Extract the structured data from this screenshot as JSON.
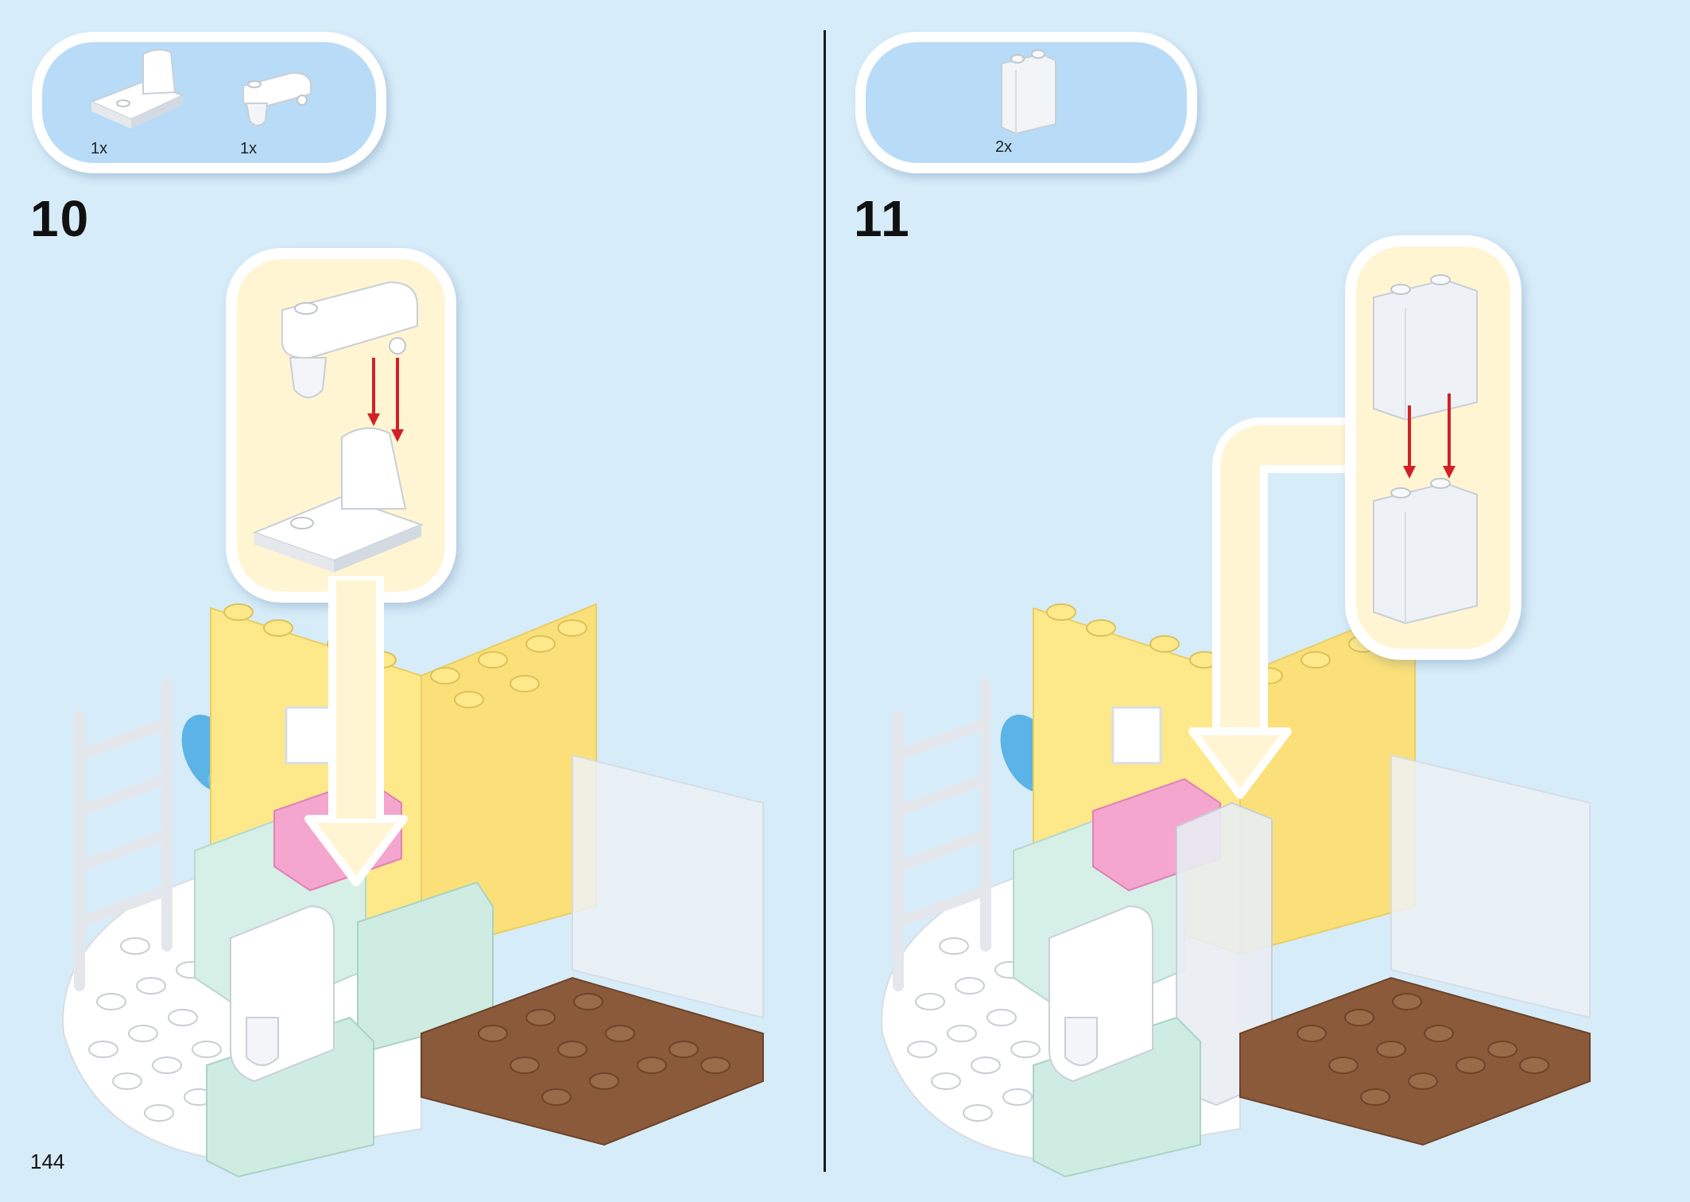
{
  "page": {
    "page_number": "144"
  },
  "step_10": {
    "number": "10",
    "parts": [
      {
        "name": "mixer-base-part",
        "qty": "1x"
      },
      {
        "name": "mixer-head-part",
        "qty": "1x"
      }
    ]
  },
  "step_11": {
    "number": "11",
    "parts": [
      {
        "name": "transparent-brick-part",
        "qty": "2x"
      }
    ]
  },
  "colors": {
    "background": "#d7ecf9",
    "parts_box": "#b8dcf7",
    "callout": "#fff5d3",
    "arrow_red": "#d32027",
    "brick_yellow": "#fde98a",
    "brick_brown": "#8a5a3a",
    "brick_mint": "#cfece3",
    "brick_pink": "#f4a6cf",
    "brick_white": "#ffffff",
    "brick_transparent": "#e9eef3"
  }
}
